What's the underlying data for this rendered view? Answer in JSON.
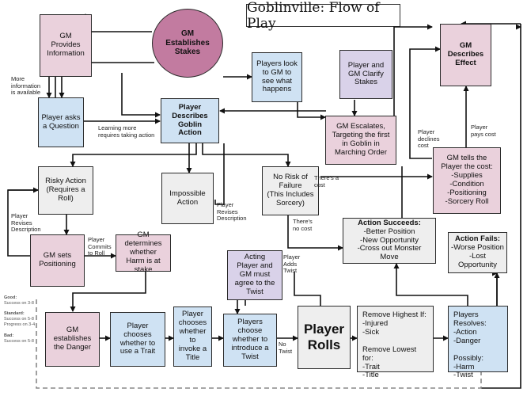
{
  "title": "Goblinville: Flow of Play",
  "nodes": {
    "gm_provides_info": "GM\nProvides\nInformation",
    "gm_establishes_stakes": "GM\nEstablishes\nStakes",
    "players_look": "Players look\nto GM to\nsee what\nhappens",
    "player_gm_clarify": "Player and\nGM Clarify\nStakes",
    "gm_describes_effect": "GM\nDescribes\nEffect",
    "player_asks": "Player asks\na Question",
    "player_describes": "Player\nDescribes\nGoblin\nAction",
    "gm_escalates": "GM Escalates,\nTargeting the first\nin Goblin in\nMarching Order",
    "risky_action": "Risky Action\n(Requires a\nRoll)",
    "impossible_action": "Impossible\nAction",
    "no_risk": "No Risk of\nFailure\n(This Includes\nSorcery)",
    "gm_tells_cost_title": "GM tells the\nPlayer the cost:",
    "gm_tells_cost_items": "-Supplies\n-Condition\n-Positioning\n-Sorcery Roll",
    "gm_sets_positioning": "GM sets\nPositioning",
    "gm_determines_harm": "GM\ndetermines\nwhether\nHarm is at\nstake",
    "acting_player_agree": "Acting\nPlayer and\nGM must\nagree to the\nTwist",
    "action_succeeds_title": "Action Succeeds:",
    "action_succeeds_items": "-Better Position\n-New Opportunity\n-Cross out Monster\nMove",
    "action_fails_title": "Action Fails:",
    "action_fails_items": "-Worse Position\n-Lost Opportunity",
    "gm_establishes_danger": "GM\nestablishes\nthe Danger",
    "player_trait": "Player\nchooses\nwhether to\nuse a Trait",
    "player_title": "Player\nchooses\nwhether to\ninvoke a\nTitle",
    "players_twist": "Players\nchoose\nwhether to\nintroduce a\nTwist",
    "player_rolls": "Player\nRolls",
    "remove_highest": "Remove Highest If:\n-Injured\n-Sick\n\nRemove Lowest for:\n-Trait\n-Title",
    "players_resolves": "Players Resolves:\n-Action\n-Danger\n\nPossibly:\n-Harm\n-Twist"
  },
  "labels": {
    "more_info": "More\ninformation\nis available",
    "learning_more": "Learning more\nrequires taking action",
    "player_declines": "Player\ndeclines\ncost",
    "player_pays": "Player\npays cost",
    "theres_a_cost": "There's a\ncost",
    "theres_no_cost": "There's\nno cost",
    "player_revises_left": "Player\nRevises\nDescription",
    "player_revises_mid": "Player\nRevises\nDescription",
    "player_commits": "Player\nCommits\nto Roll",
    "player_adds_twist": "Player\nAdds\nTwist",
    "no_twist": "No\nTwist"
  },
  "legend": {
    "good_title": "Good:",
    "good_text": "Success on 3-8",
    "standard_title": "Standard:",
    "standard_text": "Success on 5-8\nProgress on 3-4",
    "bad_title": "Bad:",
    "bad_text": "Success on 5-8"
  },
  "colors": {
    "pink": "#ead1dc",
    "blue": "#cfe2f3",
    "gray": "#eeeeee",
    "purple": "#d9d2e9",
    "oval": "#c27ba0"
  }
}
